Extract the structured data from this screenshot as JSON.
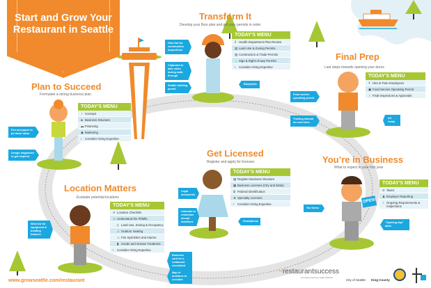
{
  "banner": {
    "title": "Start and Grow Your Restaurant in Seattle"
  },
  "url": "www.growseattle.com/restaurant",
  "colors": {
    "orange": "#f08a2c",
    "green": "#a6c733",
    "blue": "#1ba8e0",
    "road": "#e4e4e4"
  },
  "sections": [
    {
      "id": "plan",
      "title": "Plan to Succeed",
      "subtitle": "Formulate a strong business plan",
      "menu_heading": "TODAY'S MENU",
      "items": [
        {
          "icon": "lightbulb-icon",
          "glyph": "♀",
          "label": "Concept"
        },
        {
          "icon": "org-chart-icon",
          "glyph": "♣",
          "label": "Business Structure"
        },
        {
          "icon": "money-icon",
          "glyph": "▬",
          "label": "Financing"
        },
        {
          "icon": "target-icon",
          "glyph": "◉",
          "label": "Marketing"
        },
        {
          "icon": "person-icon",
          "glyph": "!",
          "label": "Consider Hiring Expertise"
        }
      ],
      "callouts": [
        "Pen and paper to jot down ideas",
        "Design magazines to get inspired"
      ]
    },
    {
      "id": "transform",
      "title": "Transform It",
      "subtitle": "Develop your floor plan and get your permits in order",
      "menu_heading": "TODAY'S MENU",
      "items": [
        {
          "icon": "thermometer-icon",
          "glyph": "ǁ",
          "label": "Health Department Plan Review"
        },
        {
          "icon": "document-icon",
          "glyph": "▤",
          "label": "Land Use & Zoning Permits"
        },
        {
          "icon": "building-icon",
          "glyph": "▥",
          "label": "Construction & Trade Permits"
        },
        {
          "icon": "sign-icon",
          "glyph": "⇔",
          "label": "Sign & Right-of-way Permits"
        },
        {
          "icon": "person-icon",
          "glyph": "!",
          "label": "Consider Hiring Expertise"
        }
      ],
      "callouts": [
        "Hard hat for construction inspections",
        "Clipboard to take notes during walk-through",
        "Seattle building permit",
        "Blueprints"
      ]
    },
    {
      "id": "final",
      "title": "Final Prep",
      "subtitle": "Last steps towards opening your doors",
      "menu_heading": "TODAY'S MENU",
      "items": [
        {
          "icon": "person-icon",
          "glyph": "ǂ",
          "label": "Hire & Train Employees"
        },
        {
          "icon": "certificate-icon",
          "glyph": "▣",
          "label": "Food Service Operating Permit"
        },
        {
          "icon": "pin-icon",
          "glyph": "♀",
          "label": "Final Inspections & Approvals"
        }
      ],
      "callouts": [
        "Food service operating permit",
        "Training manual for new hires",
        "All ready"
      ]
    },
    {
      "id": "licensed",
      "title": "Get Licensed",
      "subtitle": "Register and apply for licenses",
      "menu_heading": "TODAY'S MENU",
      "items": [
        {
          "icon": "register-icon",
          "glyph": "▧",
          "label": "Register Business Structure"
        },
        {
          "icon": "license-icon",
          "glyph": "▦",
          "label": "Business Licenses (City and State)"
        },
        {
          "icon": "id-icon",
          "glyph": "₿",
          "label": "Federal Identification"
        },
        {
          "icon": "star-icon",
          "glyph": "★",
          "label": "Specialty Licenses"
        },
        {
          "icon": "person-icon",
          "glyph": "!",
          "label": "Consider Hiring Expertise"
        }
      ],
      "callouts": [
        "Legal documents",
        "Calendar to remember annual deadlines",
        "Smartphone"
      ]
    },
    {
      "id": "location",
      "title": "Location Matters",
      "subtitle": "Evaluate potential locations",
      "menu_heading": "TODAY'S MENU",
      "items": [
        {
          "icon": "check-icon",
          "glyph": "✔",
          "label": "Location Checklist"
        },
        {
          "icon": "warning-icon",
          "glyph": "⚠",
          "label": "Understand the Pitfalls:"
        },
        {
          "icon": "document-icon",
          "glyph": "▯",
          "label": "Land Use, Zoning & Occupancy",
          "indent": true
        },
        {
          "icon": "outdoor-seating-icon",
          "glyph": "♨",
          "label": "Outdoor Seating",
          "indent": true
        },
        {
          "icon": "fire-icon",
          "glyph": "♨",
          "label": "Fire Sprinklers and Alarms",
          "indent": true
        },
        {
          "icon": "grease-icon",
          "glyph": "▮",
          "label": "Hoods and Grease Treatment",
          "indent": true
        },
        {
          "icon": "person-icon",
          "glyph": "!",
          "label": "Consider Hiring Expertise"
        }
      ],
      "callouts": [
        "Wish list for equipment & building features",
        "Business card for a restaurant consultant",
        "Map of locations to consider"
      ]
    },
    {
      "id": "business",
      "title": "You’re in Business",
      "subtitle": "What to expect in your first year",
      "menu_heading": "TODAY'S MENU",
      "items": [
        {
          "icon": "money-icon",
          "glyph": "≋",
          "label": "Taxes"
        },
        {
          "icon": "person-icon",
          "glyph": "♟",
          "label": "Employer Reporting"
        },
        {
          "icon": "pin-icon",
          "glyph": "♀",
          "label": "Ongoing Requirements & Inspections"
        }
      ],
      "callouts": [
        "Tax forms",
        "\"Opening day\" attire"
      ]
    }
  ],
  "open_sign": "OPEN!",
  "logos": {
    "restaurant_success": "restaurantsuccess",
    "restaurant_success_tagline": "your guide to opening a seattle restaurant",
    "city": "City of Seattle",
    "county": "King County"
  }
}
